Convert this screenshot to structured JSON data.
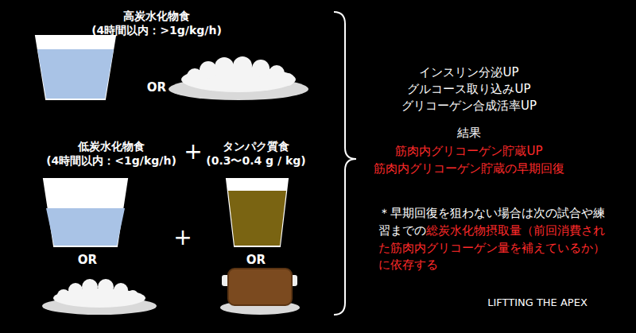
{
  "diagram": {
    "labels": [
      "高炭水化物食",
      "(4時間以内：>1g/kg/h)",
      "OR",
      "低炭水化物食",
      "(4時間以内：<1g/kg/h)",
      "+",
      "タンパク質食",
      "(0.3〜0.4 g / kg)",
      "OR",
      "+",
      "OR",
      "インスリン分泌UP",
      "グルコース取り込みUP",
      "グリコーゲン合成活率UP",
      "結果",
      "筋肉内グリコーゲン貯蔵UP",
      "筋肉内グリコーゲン貯蔵の早期回復",
      "＊早期回復を狙わない場合は次の試合や練習までの",
      "総炭水化物摂取量（前回消費された筋肉内グリコーゲン量を補えているか）に依存する",
      "LIFTTING THE APEX"
    ]
  }
}
